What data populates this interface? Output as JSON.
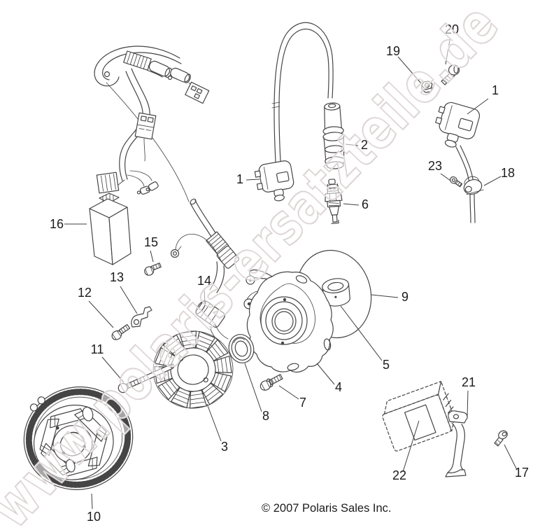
{
  "watermark": {
    "text": "www.polaris-ersatzteile.de",
    "stroke_color": "#d6cccc"
  },
  "copyright": "© 2007 Polaris Sales Inc.",
  "colors": {
    "background": "#ffffff",
    "line": "#454545",
    "label": "#1b1b1b",
    "watermark": "#d6cccc"
  },
  "diagram": {
    "type": "exploded-parts-diagram",
    "callouts": [
      "1",
      "1",
      "2",
      "3",
      "4",
      "5",
      "6",
      "7",
      "8",
      "9",
      "10",
      "11",
      "12",
      "13",
      "14",
      "15",
      "16",
      "17",
      "18",
      "19",
      "20",
      "21",
      "22",
      "23"
    ]
  }
}
